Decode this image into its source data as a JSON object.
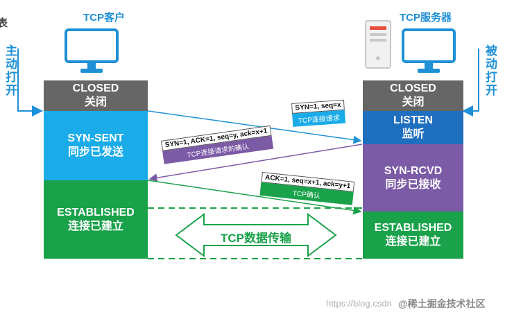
{
  "header": {
    "corner_fragment": "表",
    "client_title": "TCP客户",
    "server_title": "TCP服务器"
  },
  "side": {
    "active_open": "主动打开",
    "passive_open": "被动打开"
  },
  "client_states": [
    {
      "en": "CLOSED",
      "zh": "关闭"
    },
    {
      "en": "SYN-SENT",
      "zh": "同步已发送"
    },
    {
      "en": "ESTABLISHED",
      "zh": "连接已建立"
    }
  ],
  "server_states": [
    {
      "en": "CLOSED",
      "zh": "关闭"
    },
    {
      "en": "LISTEN",
      "zh": "监听"
    },
    {
      "en": "SYN-RCVD",
      "zh": "同步已接收"
    },
    {
      "en": "ESTABLISHED",
      "zh": "连接已建立"
    }
  ],
  "messages": [
    {
      "fields": "SYN=1, seq=x",
      "desc": "TCP连接请求"
    },
    {
      "fields": "SYN=1, ACK=1, seq=y, ack=x+1",
      "desc": "TCP连接请求的确认"
    },
    {
      "fields": "ACK=1, seq=x+1, ack=y+1",
      "desc": "TCP确认"
    }
  ],
  "data_transfer": "TCP数据传输",
  "watermark": {
    "url": "https://blog.csdn",
    "community": "@稀土掘金技术社区"
  },
  "colors": {
    "closed": "#666666",
    "syn_sent": "#1aace8",
    "listen": "#1f6fbf",
    "syn_rcvd": "#7b5aa6",
    "established": "#19a24a",
    "accent_blue": "#1e90d6"
  }
}
